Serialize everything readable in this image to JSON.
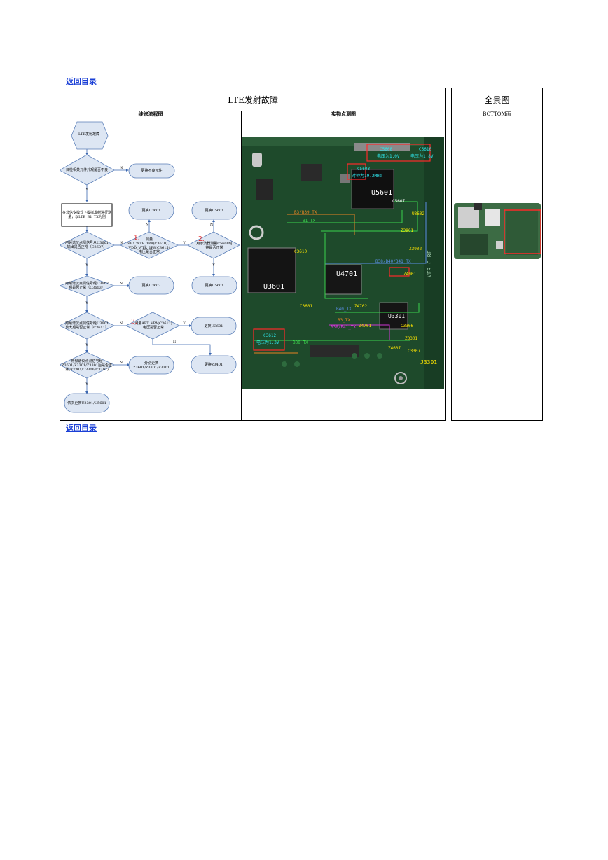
{
  "links": {
    "back_top": "返回目录",
    "back_bottom": "返回目录"
  },
  "main": {
    "title": "LTE发射故障",
    "col_flow": "维修流程图",
    "col_photo": "实物点测图"
  },
  "side": {
    "title": "全景图",
    "sub": "BOTTOM面"
  },
  "flow": {
    "start": "LTE发射故障",
    "check_visual": "目检相关元件外观是否不良",
    "replace_bad": "更换不良元件",
    "test_mode": "在非信令模式下模拟发射进行测量，以LTE_B1_TX为例",
    "step_u3601": "用频谱仪点测信号从U3601输出是否正常（C3607）",
    "measure_vio": "测量VIO_WTR_1P8(C3610)、VDD_WTR_1P8(C3615)电压是否正常",
    "step2": "用示波器测量C5608时钟是否正常",
    "replace_u3601a": "更换U3601",
    "replace_u5601a": "更换U5601",
    "step_z3602": "用频谱仪点测信号经U3602后是否正常（C3613）",
    "replace_u3602": "更换U3602",
    "replace_u5601b": "更换U5601",
    "step_pa": "用频谱仪点测信号经U3601放大后是否正常（C3611）",
    "measure_apt": "测量APT_VPA(C3612)电压是否正常",
    "replace_u3601b": "更换U3601",
    "step_switch": "用频谱仪点测信号经Z3601/Z3301/Z3301后是否正常(R3301/C3306/C3307)",
    "replace_split": "分别更换Z3601/Z3301/Z3301",
    "replace_z3401": "更换Z3401",
    "final": "依次更换U3301/U5601",
    "yes": "Y",
    "no": "N",
    "n1": "1.",
    "n2": "2.",
    "n3": "3."
  },
  "pcb": {
    "chips": {
      "u5601": "U5601",
      "u3601": "U3601",
      "u4701": "U4701",
      "u3301": "U3301"
    },
    "signals": {
      "b3b39": "B3/B39_TX",
      "b1": "B1_TX",
      "b38b40b41": "B38/B40/B41_TX",
      "b40": "B40_TX",
      "b3": "B3_TX",
      "b38b41": "B38/B41_TX",
      "b38": "B38_TX"
    },
    "parts": {
      "c5608": "C5608",
      "c5610": "C5610",
      "c5603": "C5603",
      "c5607": "C5607",
      "u3602": "U3602",
      "z3901": "Z3901",
      "z3902": "Z3902",
      "c3610": "C3610",
      "c3601": "C3601",
      "z4001": "Z4001",
      "z4702": "Z4702",
      "z4701": "Z4701",
      "c3306": "C3306",
      "z3301": "Z3301",
      "z4607": "Z4607",
      "c3307": "C3307",
      "c3612": "C3612",
      "j3301": "J3301"
    },
    "voltages": {
      "v1": "电压为1.0V",
      "v2": "电压为1.8V",
      "clk": "时钟为19.2MHz",
      "v3": "电压为1.3V"
    },
    "silk": "VER C RF"
  },
  "colors": {
    "link": "#1a3fd6",
    "flow_node": "#dde6f3",
    "pcb": "#1f4a2c"
  }
}
